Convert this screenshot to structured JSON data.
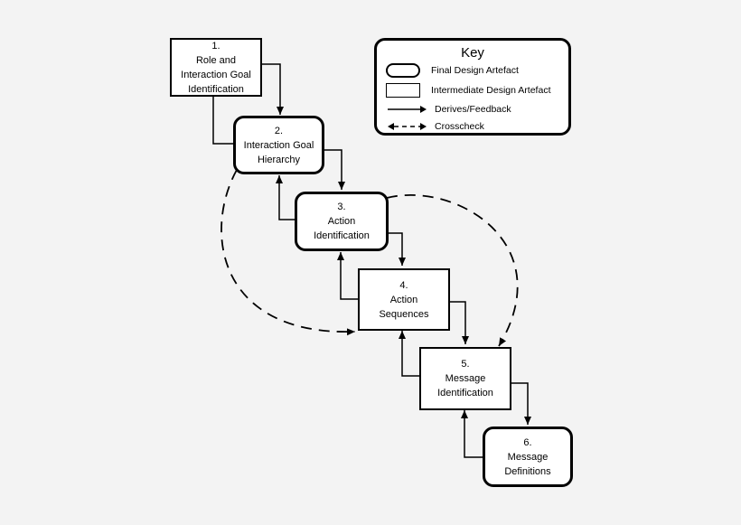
{
  "boxes": {
    "b1": {
      "number": "1.",
      "lines": [
        "Role and",
        "Interaction Goal",
        "Identification"
      ]
    },
    "b2": {
      "number": "2.",
      "lines": [
        "Interaction Goal",
        "Hierarchy"
      ]
    },
    "b3": {
      "number": "3.",
      "lines": [
        "Action",
        "Identification"
      ]
    },
    "b4": {
      "number": "4.",
      "lines": [
        "Action",
        "Sequences"
      ]
    },
    "b5": {
      "number": "5.",
      "lines": [
        "Message",
        "Identification"
      ]
    },
    "b6": {
      "number": "6.",
      "lines": [
        "Message",
        "Definitions"
      ]
    }
  },
  "key": {
    "title": "Key",
    "final": "Final Design Artefact",
    "intermediate": "Intermediate Design Artefact",
    "derives": "Derives/Feedback",
    "crosscheck": "Crosscheck"
  }
}
